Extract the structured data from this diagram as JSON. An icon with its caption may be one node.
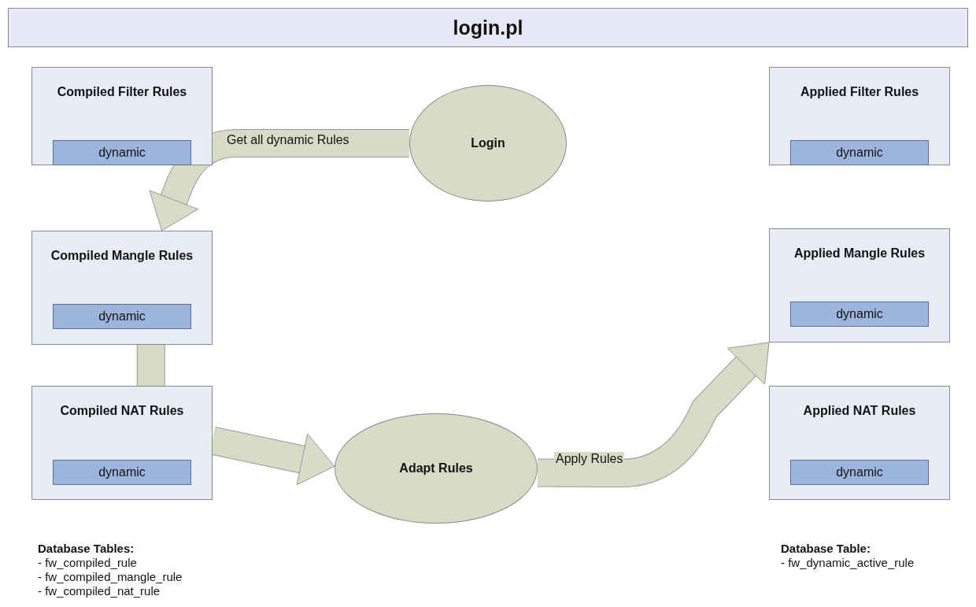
{
  "diagram": {
    "title": "login.pl",
    "nodes": [
      {
        "text": [
          "Compiled Filter Rules"
        ]
      },
      {
        "text": [
          "dynamic"
        ],
        "in": 0
      },
      {
        "text": [
          "Login"
        ]
      },
      {
        "text": [
          "Applied Filter Rules"
        ]
      },
      {
        "text": [
          "dynamic"
        ],
        "in": 3
      },
      {
        "text": [
          "Compiled Mangle Rules"
        ]
      },
      {
        "text": [
          "dynamic"
        ],
        "in": 5
      },
      {
        "text": [
          "Applied Mangle Rules"
        ]
      },
      {
        "text": [
          "dynamic"
        ],
        "in": 7
      },
      {
        "text": [
          "Compiled NAT Rules"
        ]
      },
      {
        "text": [
          "dynamic"
        ],
        "in": 9
      },
      {
        "text": [
          "Adapt Rules"
        ]
      },
      {
        "text": [
          "Applied NAT Rules"
        ]
      },
      {
        "text": [
          "dynamic"
        ],
        "in": 12
      }
    ],
    "edges": [
      {
        "from": 2,
        "to": 5,
        "arrow": "to",
        "label": "Get all dynamic Rules"
      },
      {
        "from": 5,
        "to": 9,
        "arrow": "none"
      },
      {
        "from": 9,
        "to": 11,
        "arrow": "to"
      },
      {
        "from": 11,
        "to": 7,
        "arrow": "to",
        "label": "Apply Rules"
      }
    ],
    "labels": [
      "Database Tables:",
      "- fw_compiled_rule",
      "- fw_compiled_mangle_rule",
      "- fw_compiled_nat_rule",
      "Database Table:",
      "- fw_dynamic_active_rule"
    ]
  }
}
